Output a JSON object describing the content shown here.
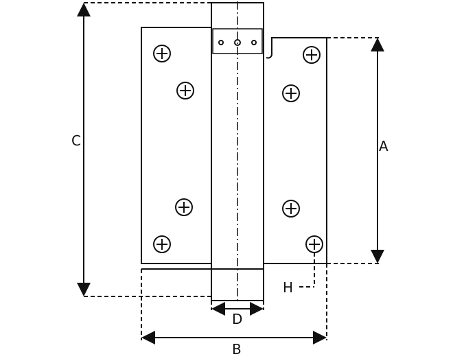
{
  "diagram": {
    "labels": {
      "a": "A",
      "b": "B",
      "c": "C",
      "d": "D",
      "h": "H"
    },
    "colors": {
      "stroke": "#111111",
      "background": "#ffffff"
    },
    "icons": {
      "screw": "screw-hole-icon"
    }
  }
}
